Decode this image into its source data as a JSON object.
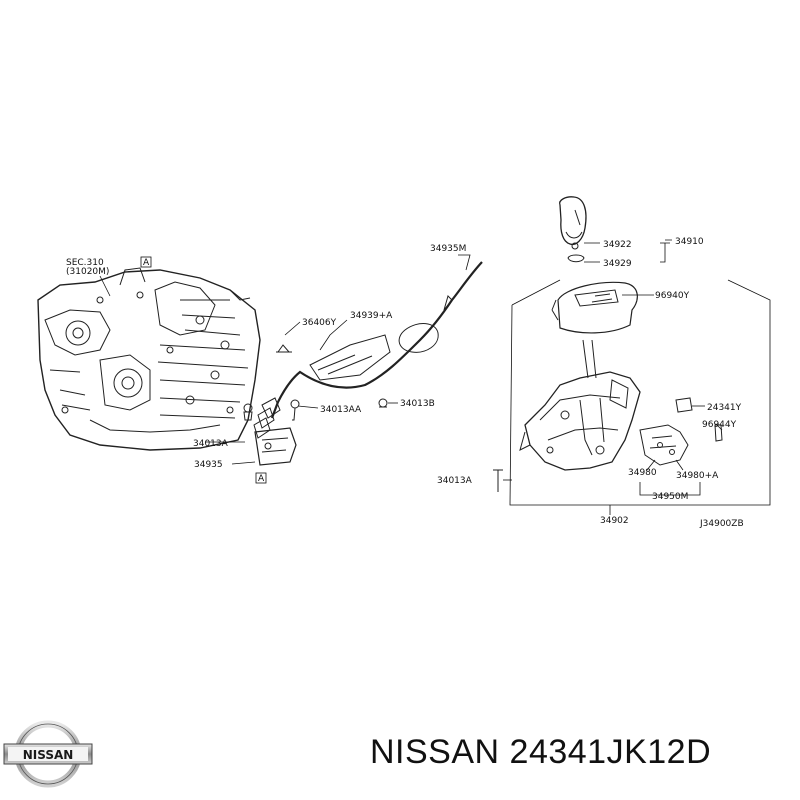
{
  "diagram_code": "J34900ZB",
  "section_ref": {
    "line1": "SEC.310",
    "line2": "(31020M)"
  },
  "marker": "A",
  "callouts": {
    "c34935M": "34935M",
    "c34910": "34910",
    "c34922": "34922",
    "c34929": "34929",
    "c96940Y": "96940Y",
    "c36406Y": "36406Y",
    "c34939A": "34939+A",
    "c34013B": "34013B",
    "c34013AA": "34013AA",
    "c34013A_left": "34013A",
    "c34935": "34935",
    "c24341Y": "24341Y",
    "c96944Y": "96944Y",
    "c34013A_right": "34013A",
    "c34980": "34980",
    "c34980A": "34980+A",
    "c34950M": "34950M",
    "c34902": "34902"
  },
  "brand": {
    "logo_text": "NISSAN",
    "logo_color": "#1a1a1a"
  },
  "caption": "NISSAN 24341JK12D"
}
